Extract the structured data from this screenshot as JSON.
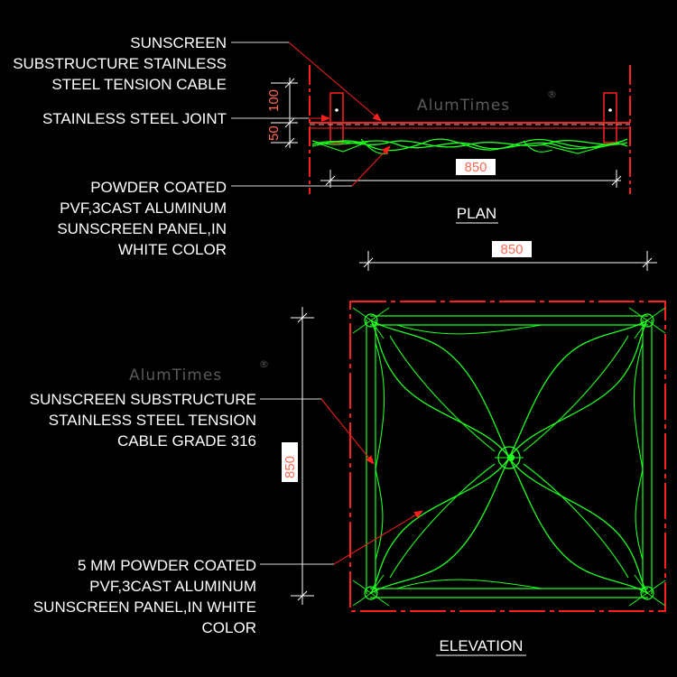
{
  "colors": {
    "background": "#000000",
    "annotation_text": "#ffffff",
    "frame_red": "#ff1f1f",
    "panel_green": "#1fff1f",
    "dimension_text": "#ff6a55",
    "watermark": "#5a5a5a"
  },
  "watermark": {
    "text": "AlumTimes",
    "mark": "®"
  },
  "plan": {
    "title": "PLAN",
    "callout_cable": [
      "SUNSCREEN",
      "SUBSTRUCTURE STAINLESS",
      "STEEL TENSION CABLE"
    ],
    "callout_joint": [
      "STAINLESS STEEL JOINT"
    ],
    "callout_panel": [
      "POWDER COATED",
      "PVF,3CAST ALUMINUM",
      "SUNSCREEN PANEL,IN",
      "WHITE COLOR"
    ],
    "dim_100": "100",
    "dim_50": "50",
    "dim_width": "850"
  },
  "elevation": {
    "title": "ELEVATION",
    "callout_cable": [
      "SUNSCREEN SUBSTRUCTURE",
      "STAINLESS STEEL TENSION",
      "CABLE GRADE 316"
    ],
    "callout_panel": [
      "5 MM POWDER COATED",
      "PVF,3CAST ALUMINUM",
      "SUNSCREEN PANEL,IN WHITE",
      "COLOR"
    ],
    "dim_width": "850",
    "dim_height": "850"
  }
}
